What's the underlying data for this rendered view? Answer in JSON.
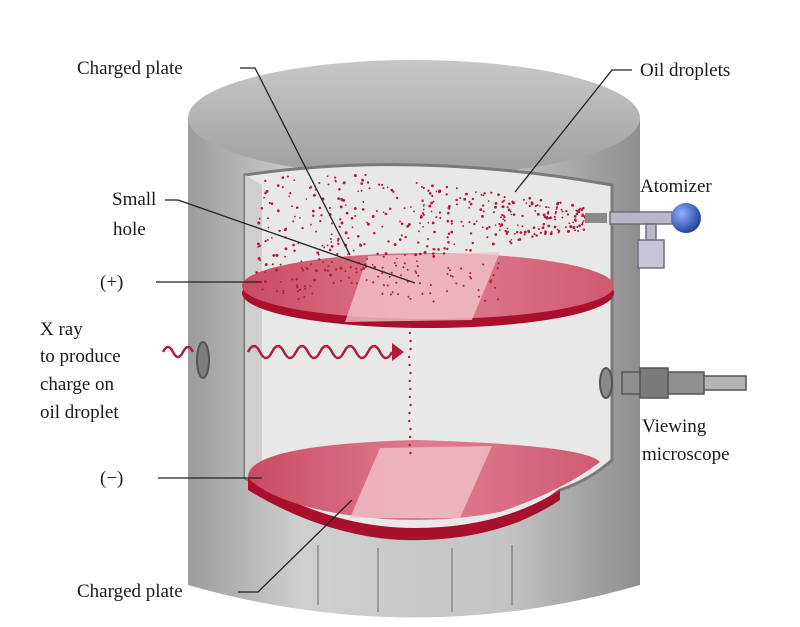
{
  "labels": {
    "charged_plate_top": "Charged plate",
    "oil_droplets": "Oil droplets",
    "atomizer": "Atomizer",
    "small_hole_1": "Small",
    "small_hole_2": "hole",
    "plus": "(+)",
    "xray_1": "X ray",
    "xray_2": "to produce",
    "xray_3": "charge on",
    "xray_4": "oil droplet",
    "minus": "(−)",
    "viewing_1": "Viewing",
    "viewing_2": "microscope",
    "charged_plate_bottom": "Charged plate"
  },
  "colors": {
    "cylinder_body": "#bfbfbf",
    "cylinder_top": "#a9a9a9",
    "interior": "#e9e9e9",
    "plate_face": "#d9687c",
    "plate_edge": "#a8102e",
    "beam": "#f2c7cf",
    "droplet": "#b01c3a",
    "xray": "#b01c3a",
    "atomizer_bulb": "#2f55b8"
  }
}
